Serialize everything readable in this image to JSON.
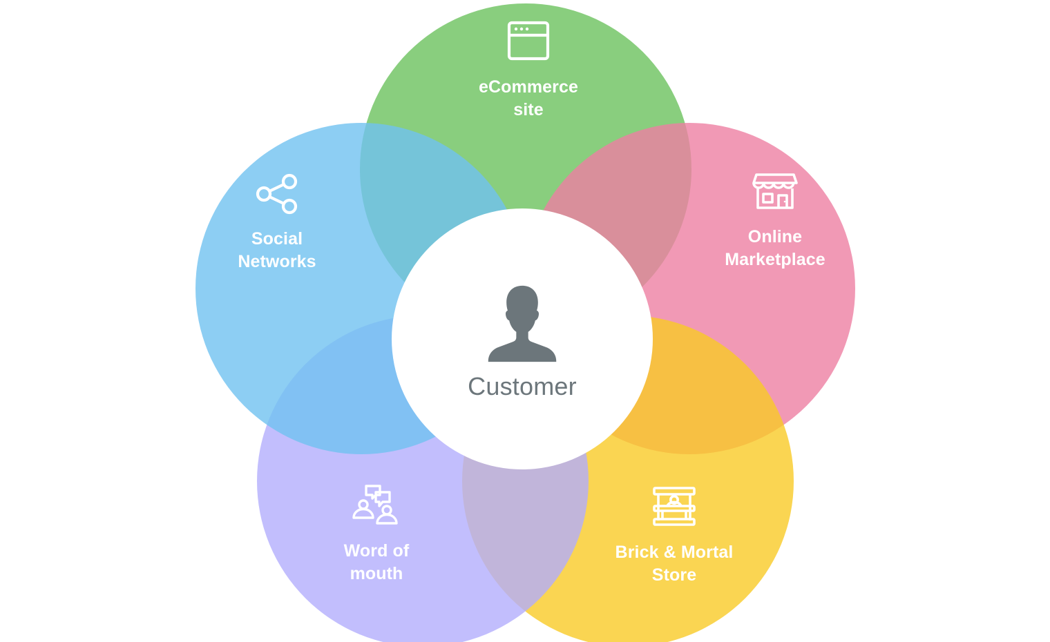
{
  "diagram": {
    "type": "venn",
    "title": "",
    "background_color": "#ffffff",
    "center": {
      "label": "Customer",
      "icon": "person-avatar-icon",
      "text_color": "#6c767b",
      "fill": "#ffffff"
    },
    "lobes": [
      {
        "id": "ecommerce",
        "label_line1": "eCommerce",
        "label_line2": "site",
        "icon": "browser-window-icon",
        "color": "#6cc25e",
        "position": "top"
      },
      {
        "id": "marketplace",
        "label_line1": "Online",
        "label_line2": "Marketplace",
        "icon": "storefront-icon",
        "color": "#ee7fa3",
        "position": "right"
      },
      {
        "id": "brick",
        "label_line1": "Brick & Mortal",
        "label_line2": "Store",
        "icon": "market-stall-icon",
        "color": "#f9ca27",
        "position": "bottom-right"
      },
      {
        "id": "wordofmouth",
        "label_line1": "Word of",
        "label_line2": "mouth",
        "icon": "two-people-chat-icon",
        "color": "#b3aefd",
        "position": "bottom-left"
      },
      {
        "id": "social",
        "label_line1": "Social",
        "label_line2": "Networks",
        "icon": "share-nodes-icon",
        "color": "#70c2f0",
        "position": "left"
      }
    ]
  }
}
